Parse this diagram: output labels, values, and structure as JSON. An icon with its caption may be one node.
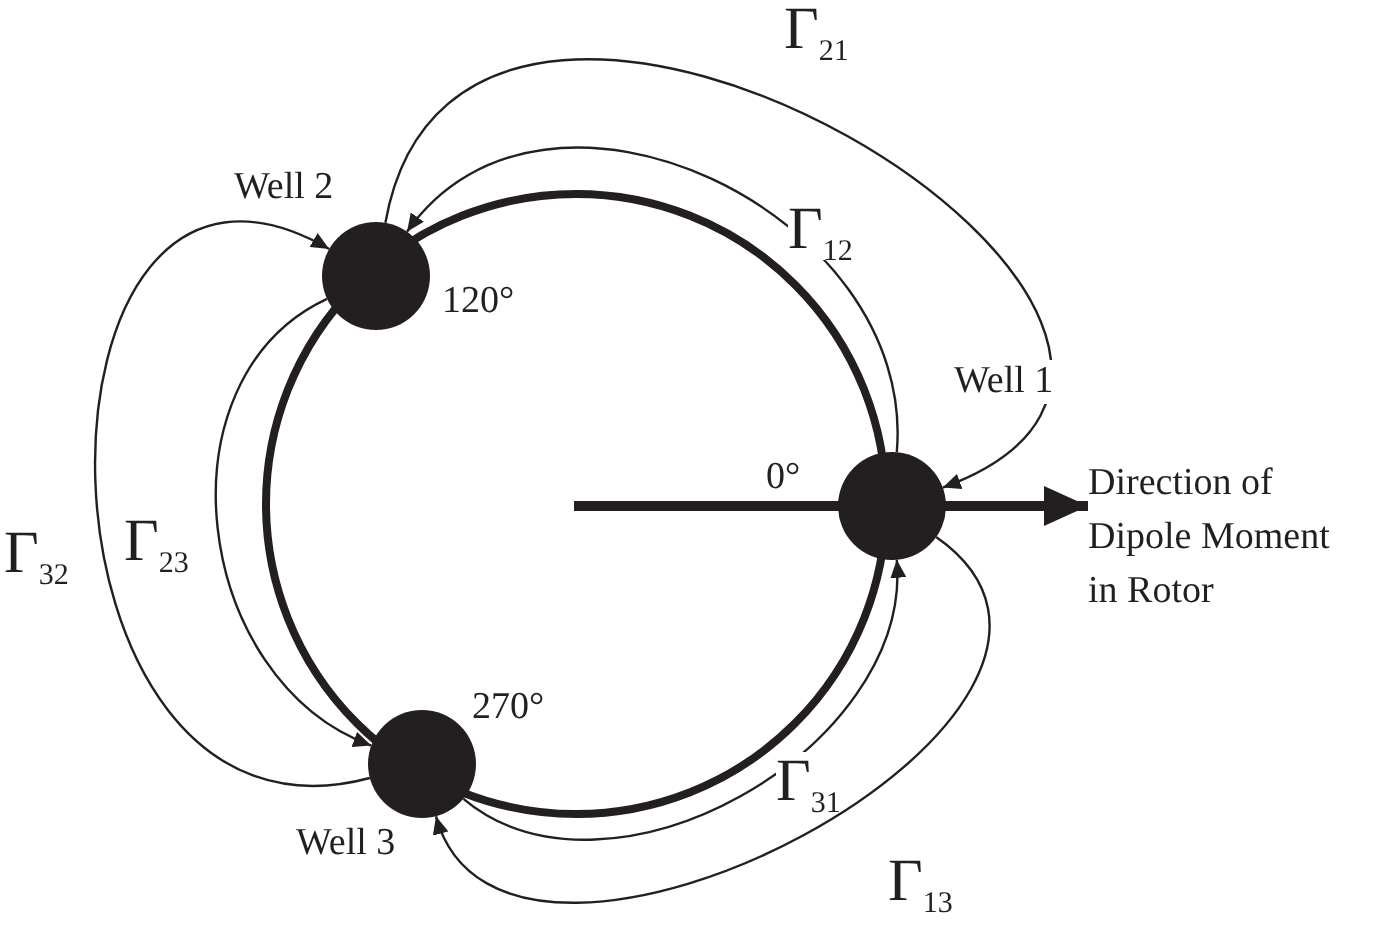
{
  "diagram": {
    "nodes": [
      {
        "text": [
          "Well 1"
        ],
        "beside": [
          "0°"
        ]
      },
      {
        "text": [
          "Well 2"
        ],
        "beside": [
          "120°"
        ]
      },
      {
        "text": [
          "Well 3"
        ],
        "beside": [
          "270°"
        ]
      },
      {
        "text": [
          "Direction of Dipole Moment in Rotor"
        ]
      }
    ],
    "edges": [
      {
        "from": 1,
        "to": 0,
        "arrow": "to",
        "label": "Γ$_{21}$"
      },
      {
        "from": 0,
        "to": 1,
        "arrow": "to",
        "label": "Γ$_{12}$"
      },
      {
        "from": 2,
        "to": 1,
        "arrow": "to",
        "label": "Γ$_{32}$"
      },
      {
        "from": 1,
        "to": 2,
        "arrow": "to",
        "label": "Γ$_{23}$"
      },
      {
        "from": 2,
        "to": 0,
        "arrow": "to",
        "label": "Γ$_{31}$"
      },
      {
        "from": 0,
        "to": 2,
        "arrow": "to",
        "label": "Γ$_{13}$"
      },
      {
        "from": null,
        "to": 3,
        "arrow": "to",
        "style": "thick"
      }
    ]
  }
}
